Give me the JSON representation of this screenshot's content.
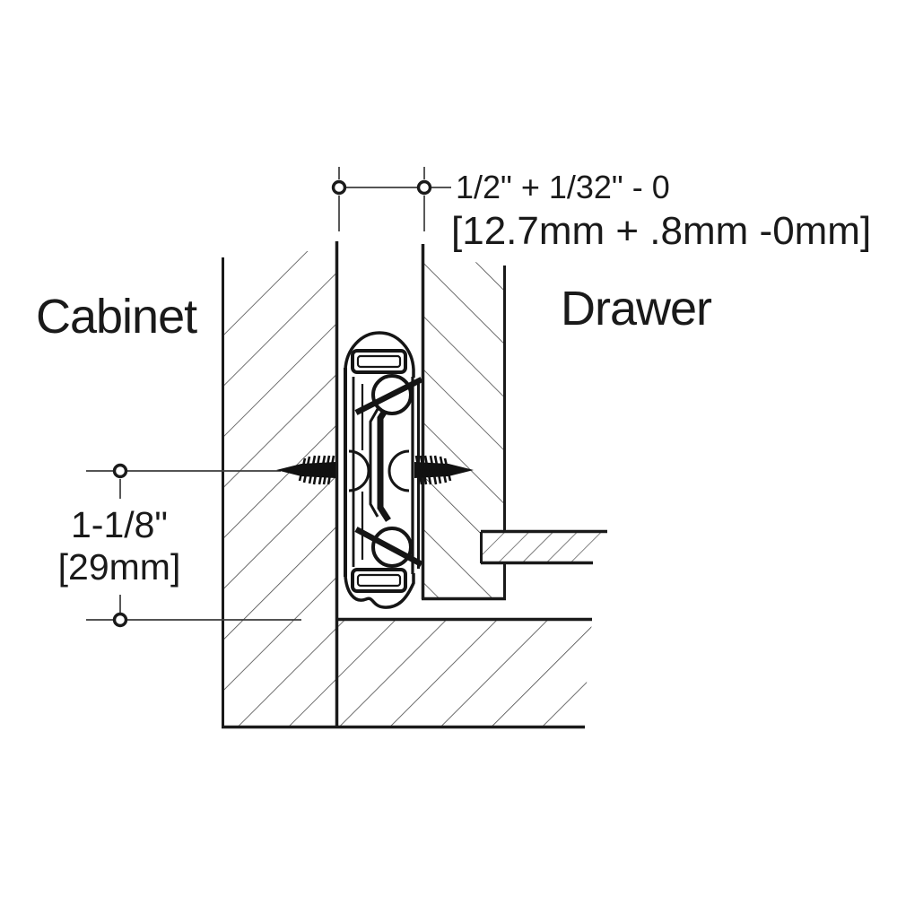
{
  "diagram_type": "drawer-slide-mounting-cross-section",
  "colors": {
    "background": "#ffffff",
    "ink": "#1a1a1a",
    "hatch": "#4a4a4a",
    "leader_line": "#3c3c3c"
  },
  "labels": {
    "cabinet": "Cabinet",
    "drawer": "Drawer"
  },
  "dimensions": {
    "top_clearance": {
      "imperial": "1/2\" + 1/32\" - 0",
      "metric": "[12.7mm + .8mm -0mm]"
    },
    "left_offset": {
      "imperial": "1-1/8\"",
      "metric": "[29mm]"
    }
  }
}
